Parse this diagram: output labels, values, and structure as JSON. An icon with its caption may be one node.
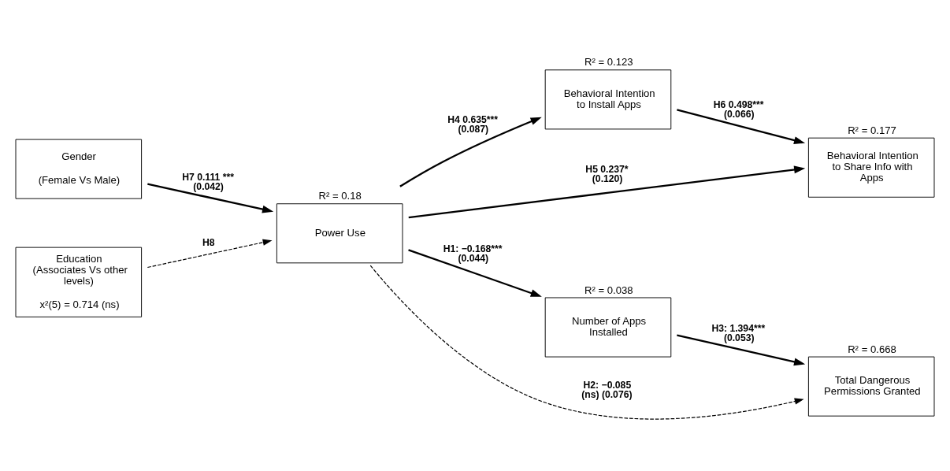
{
  "diagram": {
    "nodes": [
      {
        "text": [
          "Gender",
          "(Female Vs Male)"
        ]
      },
      {
        "text": [
          "Education (Associates Vs other levels)",
          "x²(5) = 0.714 (ns)"
        ]
      },
      {
        "text": [
          "Power Use"
        ],
        "beside": [
          "R² = 0.18"
        ]
      },
      {
        "text": [
          "Behavioral Intention to Install Apps"
        ],
        "beside": [
          "R² = 0.123"
        ]
      },
      {
        "text": [
          "Behavioral Intention to Share Info with Apps"
        ],
        "beside": [
          "R² = 0.177"
        ]
      },
      {
        "text": [
          "Number of Apps Installed"
        ],
        "beside": [
          "R² = 0.038"
        ]
      },
      {
        "text": [
          "Total Dangerous Permissions Granted"
        ],
        "beside": [
          "R² = 0.668"
        ]
      }
    ],
    "edges": [
      {
        "from": 0,
        "to": 2,
        "arrow": "to",
        "label": "H7 0.111 *** (0.042)"
      },
      {
        "from": 1,
        "to": 2,
        "arrow": "to",
        "label": "H8",
        "style": "dashed"
      },
      {
        "from": 2,
        "to": 3,
        "arrow": "to",
        "label": "H4 0.635*** (0.087)"
      },
      {
        "from": 3,
        "to": 4,
        "arrow": "to",
        "label": "H6 0.498*** (0.066)"
      },
      {
        "from": 2,
        "to": 4,
        "arrow": "to",
        "label": "H5 0.237* (0.120)"
      },
      {
        "from": 2,
        "to": 6,
        "arrow": "to",
        "label": "H2: −0.085 (ns) (0.076)",
        "style": "dashed"
      },
      {
        "from": 2,
        "to": 5,
        "arrow": "to",
        "label": "H1: −0.168*** (0.044)"
      },
      {
        "from": 5,
        "to": 6,
        "arrow": "to",
        "label": "H3: 1.394*** (0.053)"
      }
    ]
  }
}
